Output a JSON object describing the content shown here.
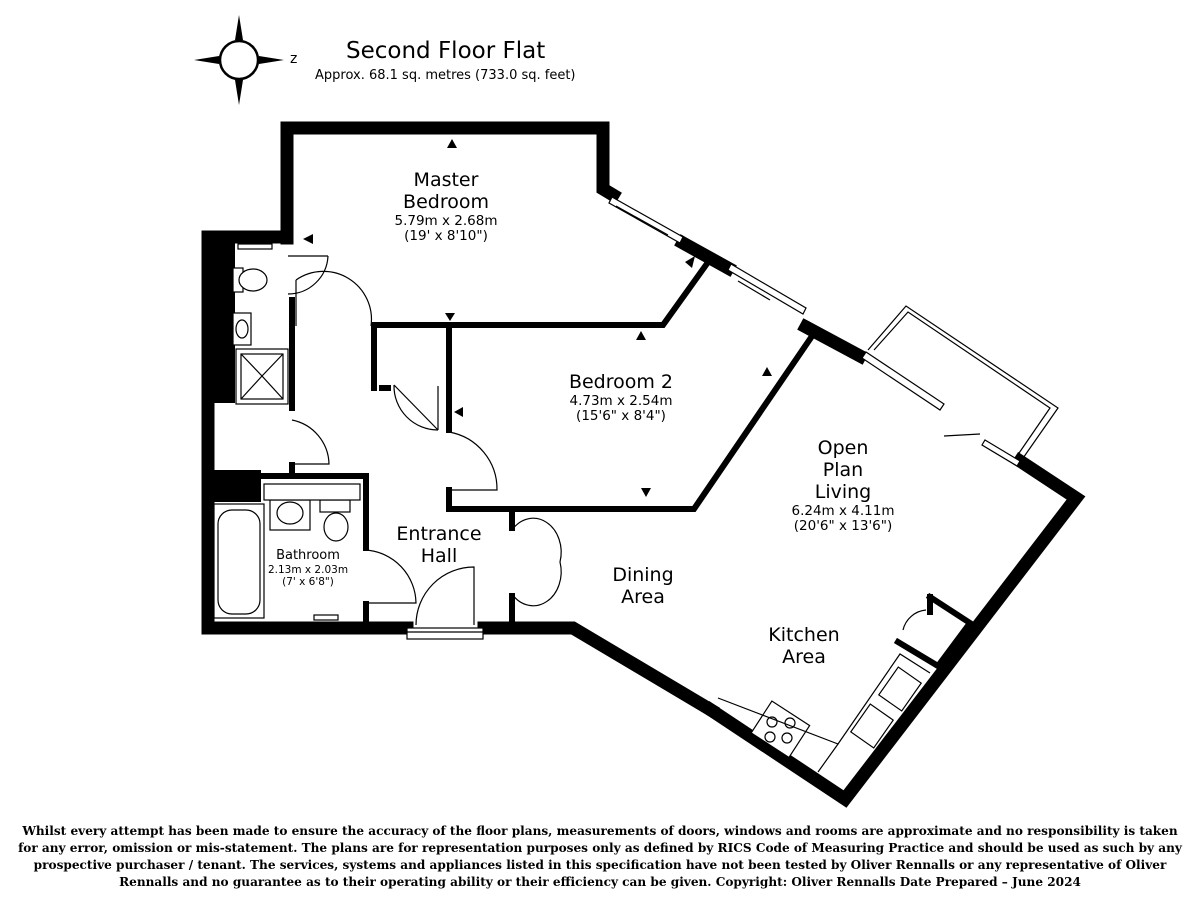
{
  "header": {
    "title": "Second Floor Flat",
    "subtitle": "Approx. 68.1 sq. metres (733.0 sq. feet)",
    "compass_label": "z"
  },
  "rooms": {
    "master_bedroom": {
      "name_line1": "Master",
      "name_line2": "Bedroom",
      "dim_m": "5.79m x 2.68m",
      "dim_ft": "(19' x 8'10\")"
    },
    "bedroom_2": {
      "name": "Bedroom 2",
      "dim_m": "4.73m x 2.54m",
      "dim_ft": "(15'6\" x 8'4\")"
    },
    "open_plan": {
      "name_line1": "Open",
      "name_line2": "Plan",
      "name_line3": "Living",
      "dim_m": "6.24m x 4.11m",
      "dim_ft": "(20'6\" x 13'6\")"
    },
    "bathroom": {
      "name": "Bathroom",
      "dim_m": "2.13m x 2.03m",
      "dim_ft": "(7' x 6'8\")"
    },
    "entrance_hall": {
      "name_line1": "Entrance",
      "name_line2": "Hall"
    },
    "dining_area": {
      "name_line1": "Dining",
      "name_line2": "Area"
    },
    "kitchen_area": {
      "name_line1": "Kitchen",
      "name_line2": "Area"
    }
  },
  "disclaimer": {
    "line1": "Whilst every attempt has been made to ensure the accuracy of the floor plans, measurements of doors, windows and rooms are approximate and no responsibility is taken",
    "line2": "for any error, omission or mis-statement. The plans are for representation purposes only as defined by RICS Code of Measuring Practice and should be used as such by any",
    "line3": "prospective purchaser / tenant. The services, systems and appliances listed in this specification have not been tested by Oliver Rennalls or any representative of Oliver",
    "line4": "Rennalls and no guarantee as to their operating ability or their efficiency can be given. Copyright: Oliver Rennalls Date Prepared – June 2024"
  }
}
